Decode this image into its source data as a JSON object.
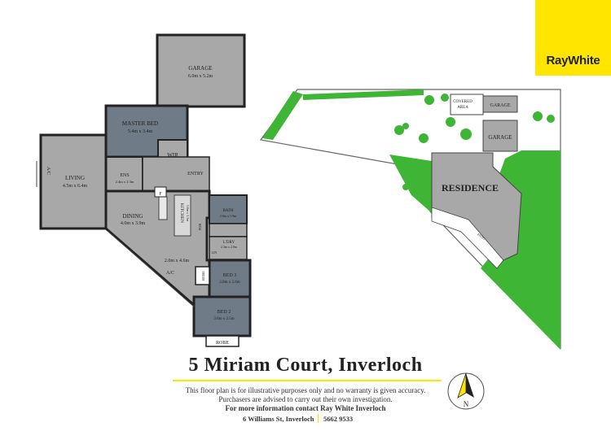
{
  "brand": {
    "name": "RayWhite",
    "color": "#ffe500"
  },
  "floor_plan": {
    "rooms": {
      "garage": "GARAGE",
      "garage_size": "6.0m x 5.2m",
      "master_bed": "MASTER BED",
      "master_bed_size": "5.4m x 3.4m",
      "wir": "WIR",
      "ens": "ENS",
      "ens_size": "2.4m x 2.3m",
      "entry": "ENTRY",
      "living": "LIVING",
      "living_size": "4.5m x 6.4m",
      "ac_living": "A/C",
      "f": "F",
      "kitchen": "KITCHEN",
      "kitchen_size": "3.6m x 3.3m",
      "dining": "DINING",
      "dining_size": "4.0m x 3.9m",
      "bath": "BATH",
      "bath_size": "2.6m x 1.9m",
      "pdr": "PDR",
      "ldry": "L'DRY",
      "ldry_size": "2.3m x 2.0m",
      "lin": "LIN",
      "hall_size": "2.0m x 4.6m",
      "ac_hall": "A/C",
      "robe_left": "ROBE",
      "bed3": "BED 3",
      "bed3_size": "2.8m x 2.6m",
      "bed2": "BED 2",
      "bed2_size": "3.6m x 2.5m",
      "robe_bottom": "ROBE"
    }
  },
  "site_plan": {
    "covered_area": "COVERED AREA",
    "garage_top": "GARAGE",
    "garage_mid": "GARAGE",
    "residence": "RESIDENCE",
    "patio": "PATIO"
  },
  "address": "5 Miriam Court, Inverloch",
  "disclaimer_1": "This floor plan is for illustrative purposes only and no warranty is given accuracy.",
  "disclaimer_2": "Purchasers are advised to carry out their own investigation.",
  "more_info": "For more information contact Ray White Inverloch",
  "office_address": "6 Williams St, Inverloch",
  "phone": "5662 9533",
  "compass_label": "N"
}
